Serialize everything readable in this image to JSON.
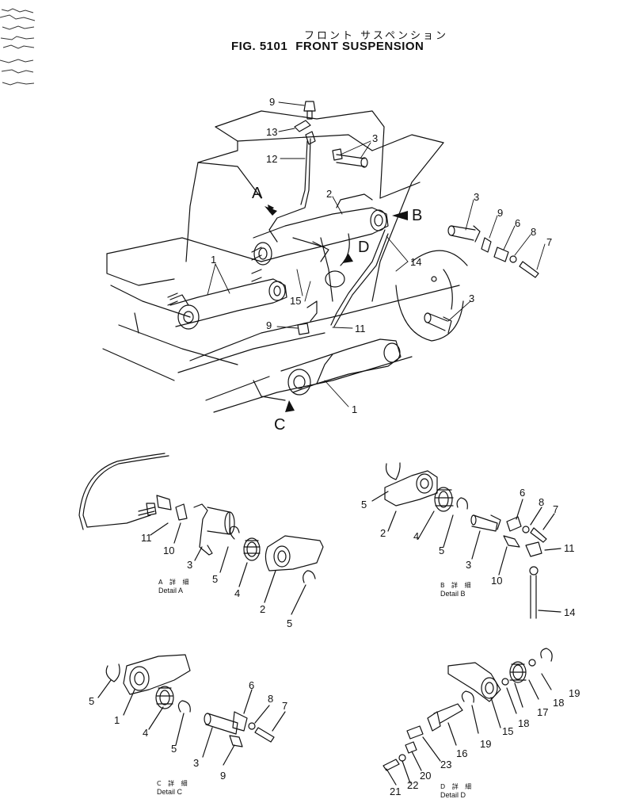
{
  "header": {
    "title_jp": "フロント サスペンション",
    "fig": "FIG. 5101",
    "title_en": "FRONT SUSPENSION"
  },
  "views": {
    "a": {
      "letter": "A",
      "jp": "A 詳 細",
      "en": "Detail A"
    },
    "b": {
      "letter": "B",
      "jp": "B 詳 細",
      "en": "Detail B"
    },
    "c": {
      "letter": "C",
      "jp": "C 詳 細",
      "en": "Detail C"
    },
    "d": {
      "letter": "D",
      "jp": "D 詳 細",
      "en": "Detail D"
    }
  },
  "labels": {
    "main": [
      "9",
      "13",
      "12",
      "3",
      "2",
      "6",
      "8",
      "7",
      "9",
      "1",
      "15",
      "14",
      "11",
      "9",
      "3",
      "1"
    ],
    "detail_a": [
      "11",
      "10",
      "3",
      "5",
      "4",
      "2",
      "5"
    ],
    "detail_b": [
      "5",
      "2",
      "4",
      "5",
      "6",
      "8",
      "7",
      "11",
      "3",
      "10",
      "14"
    ],
    "detail_c": [
      "5",
      "1",
      "4",
      "5",
      "6",
      "8",
      "7",
      "3",
      "9"
    ],
    "detail_d": [
      "19",
      "18",
      "17",
      "18",
      "15",
      "19",
      "16",
      "23",
      "20",
      "21",
      "22"
    ]
  }
}
